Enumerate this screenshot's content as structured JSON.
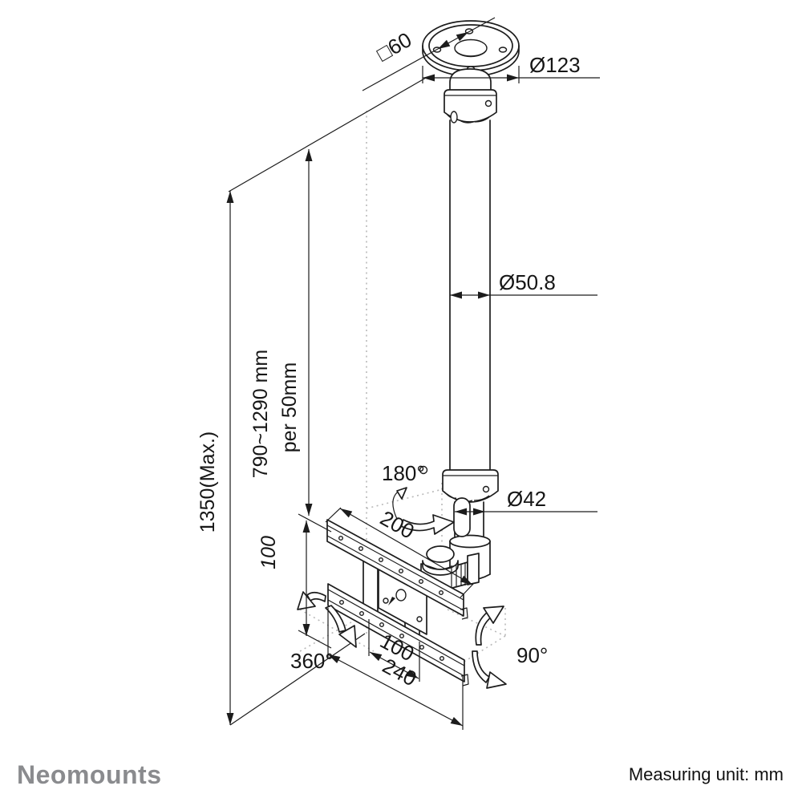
{
  "labels": {
    "square60": "□60",
    "dia123": "Ø123",
    "dia50_8": "Ø50.8",
    "dia42": "Ø42",
    "swivel180": "180°",
    "rotate360": "360°",
    "tilt90": "90°",
    "width200": "200",
    "side100": "100",
    "vesa100": "100",
    "width240": "240",
    "max_length": "1350(Max.)",
    "adjust_range": "790~1290 mm",
    "adjust_step": "per 50mm"
  },
  "footer": {
    "brand": "Neomounts",
    "unit_note": "Measuring unit: mm"
  },
  "colors": {
    "line": "#1c1c1c",
    "brand_gray": "#8a8b8e",
    "guide": "#b9b9b9",
    "background": "#ffffff"
  }
}
